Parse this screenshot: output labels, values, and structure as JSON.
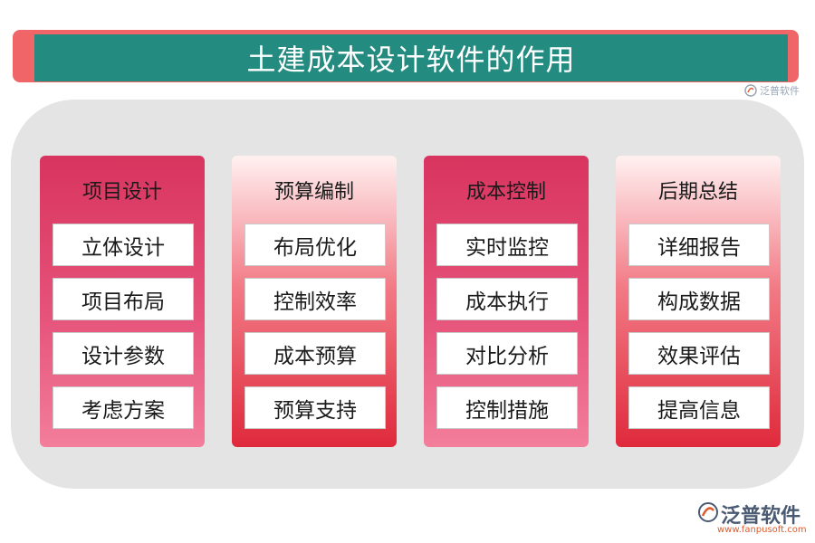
{
  "title": "土建成本设计软件的作用",
  "watermark": {
    "small_text": "泛普软件",
    "big_text": "泛普软件",
    "url": "www.fanpusoft.com"
  },
  "colors": {
    "title_outer": "#f06668",
    "title_inner": "#238b80",
    "panel": "#e4e4e4",
    "column_dark": "#d8345f",
    "column_light": "#df2a3c"
  },
  "columns": [
    {
      "heading": "项目设计",
      "items": [
        "立体设计",
        "项目布局",
        "设计参数",
        "考虑方案"
      ]
    },
    {
      "heading": "预算编制",
      "items": [
        "布局优化",
        "控制效率",
        "成本预算",
        "预算支持"
      ]
    },
    {
      "heading": "成本控制",
      "items": [
        "实时监控",
        "成本执行",
        "对比分析",
        "控制措施"
      ]
    },
    {
      "heading": "后期总结",
      "items": [
        "详细报告",
        "构成数据",
        "效果评估",
        "提高信息"
      ]
    }
  ]
}
